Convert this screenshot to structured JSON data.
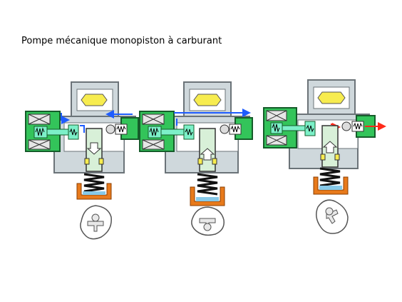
{
  "title": "Pompe mécanique monopiston à carburant",
  "colors": {
    "body": "#cfd8dc",
    "bodyStroke": "#6b7378",
    "valveGreen": "#33c45a",
    "valveDark": "#155c2a",
    "valveLight": "#7cf0c8",
    "solenoidBox": "#e6e6e6",
    "cam": "#e8e8e8",
    "camDark": "#9aa",
    "spring": "#111111",
    "springBase": "#e87a1b",
    "springBaseInner": "#87c9e8",
    "pistonInner": "#d8f0d8",
    "yellow": "#f7ec4f",
    "flowBlue": "#1e5cff",
    "flowRed": "#ff2a1a"
  },
  "units": [
    {
      "flow_in": true,
      "flow_out": false,
      "piston_dir": "down"
    },
    {
      "flow_in": true,
      "flow_out": false,
      "piston_dir": "up"
    },
    {
      "flow_in": false,
      "flow_out": true,
      "piston_dir": "up"
    }
  ]
}
